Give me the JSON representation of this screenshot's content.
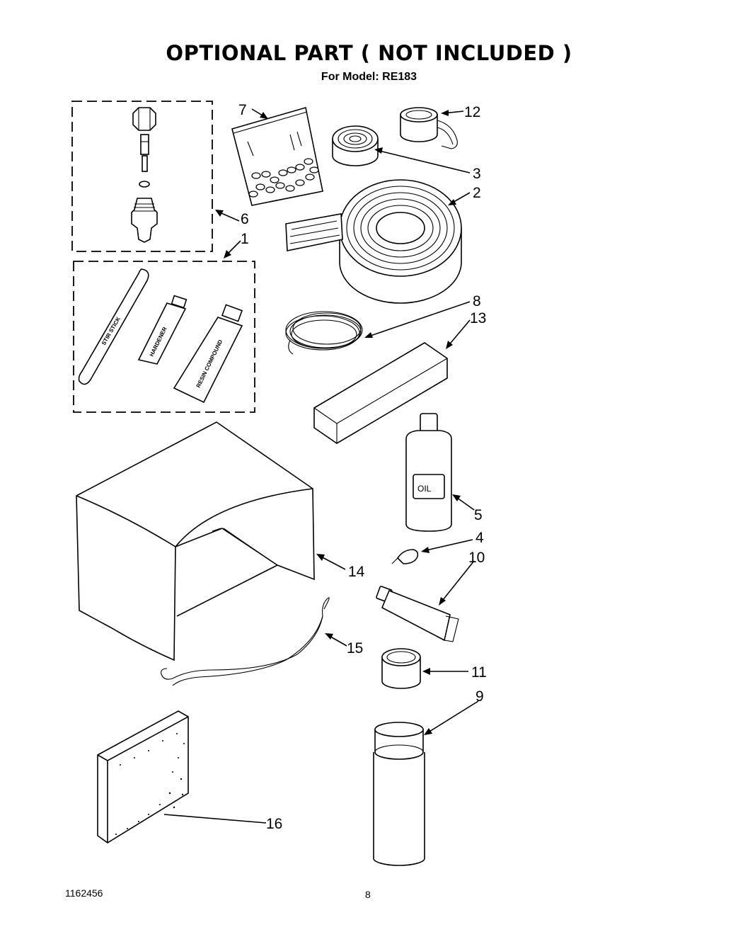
{
  "header": {
    "title": "OPTIONAL PART ( NOT INCLUDED )",
    "subtitle": "For Model: RE183"
  },
  "footer": {
    "doc_number": "1162456",
    "page_number": "8"
  },
  "callouts": {
    "c1": "1",
    "c2": "2",
    "c3": "3",
    "c4": "4",
    "c5": "5",
    "c6": "6",
    "c7": "7",
    "c8": "8",
    "c9": "9",
    "c10": "10",
    "c11": "11",
    "c12": "12",
    "c13": "13",
    "c14": "14",
    "c15": "15",
    "c16": "16"
  },
  "item_labels": {
    "stir_stick": "STIR STICK",
    "hardener": "HARDENER",
    "resin_compound": "RESIN COMPOUND",
    "oil": "OIL"
  }
}
